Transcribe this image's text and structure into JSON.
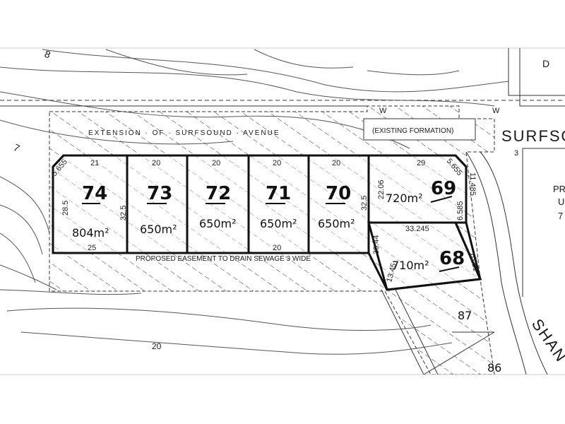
{
  "plan": {
    "extension_label": "EXTENSION · OF · SURFSOUND · AVENUE",
    "existing_formation": "(EXISTING FORMATION)",
    "easement_label": "PROPOSED EASEMENT TO DRAIN SEWAGE 3 WIDE",
    "street_right": "SURFSO",
    "street_lower_right": "SHAN",
    "edge_letter_top": "D",
    "edge_letters_right": [
      "PR",
      "U",
      "7"
    ],
    "contour_labels": [
      "8",
      "7",
      "20"
    ],
    "contour_label_3": "3",
    "water_marks": [
      "W",
      "W"
    ],
    "handwritten_numbers": [
      "87",
      "86"
    ],
    "lots": [
      {
        "number": "74",
        "area": "804m²"
      },
      {
        "number": "73",
        "area": "650m²"
      },
      {
        "number": "72",
        "area": "650m²"
      },
      {
        "number": "71",
        "area": "650m²"
      },
      {
        "number": "70",
        "area": "650m²"
      },
      {
        "number": "69",
        "area": "720m²"
      },
      {
        "number": "68",
        "area": "710m²"
      }
    ],
    "dimensions": {
      "lot74_top": "21",
      "lot74_corner": "5.655",
      "lot74_left": "28.5",
      "lot74_right": "32.5",
      "lot74_bottom": "25",
      "lot73_top": "20",
      "lot72_top": "20",
      "lot71_top": "20",
      "lot70_top": "20",
      "lot70_right": "32.5",
      "lot71_bottom": "20",
      "lot69_top": "29",
      "lot69_corner": "5.655",
      "lot69_left": "22.06",
      "lot69_right": "11.485",
      "lot69_small": "6.585",
      "lot68_top": "33.245",
      "lot68_left": "30.44",
      "lot68_side": "13.45",
      "lot68_right": "10.61"
    }
  }
}
